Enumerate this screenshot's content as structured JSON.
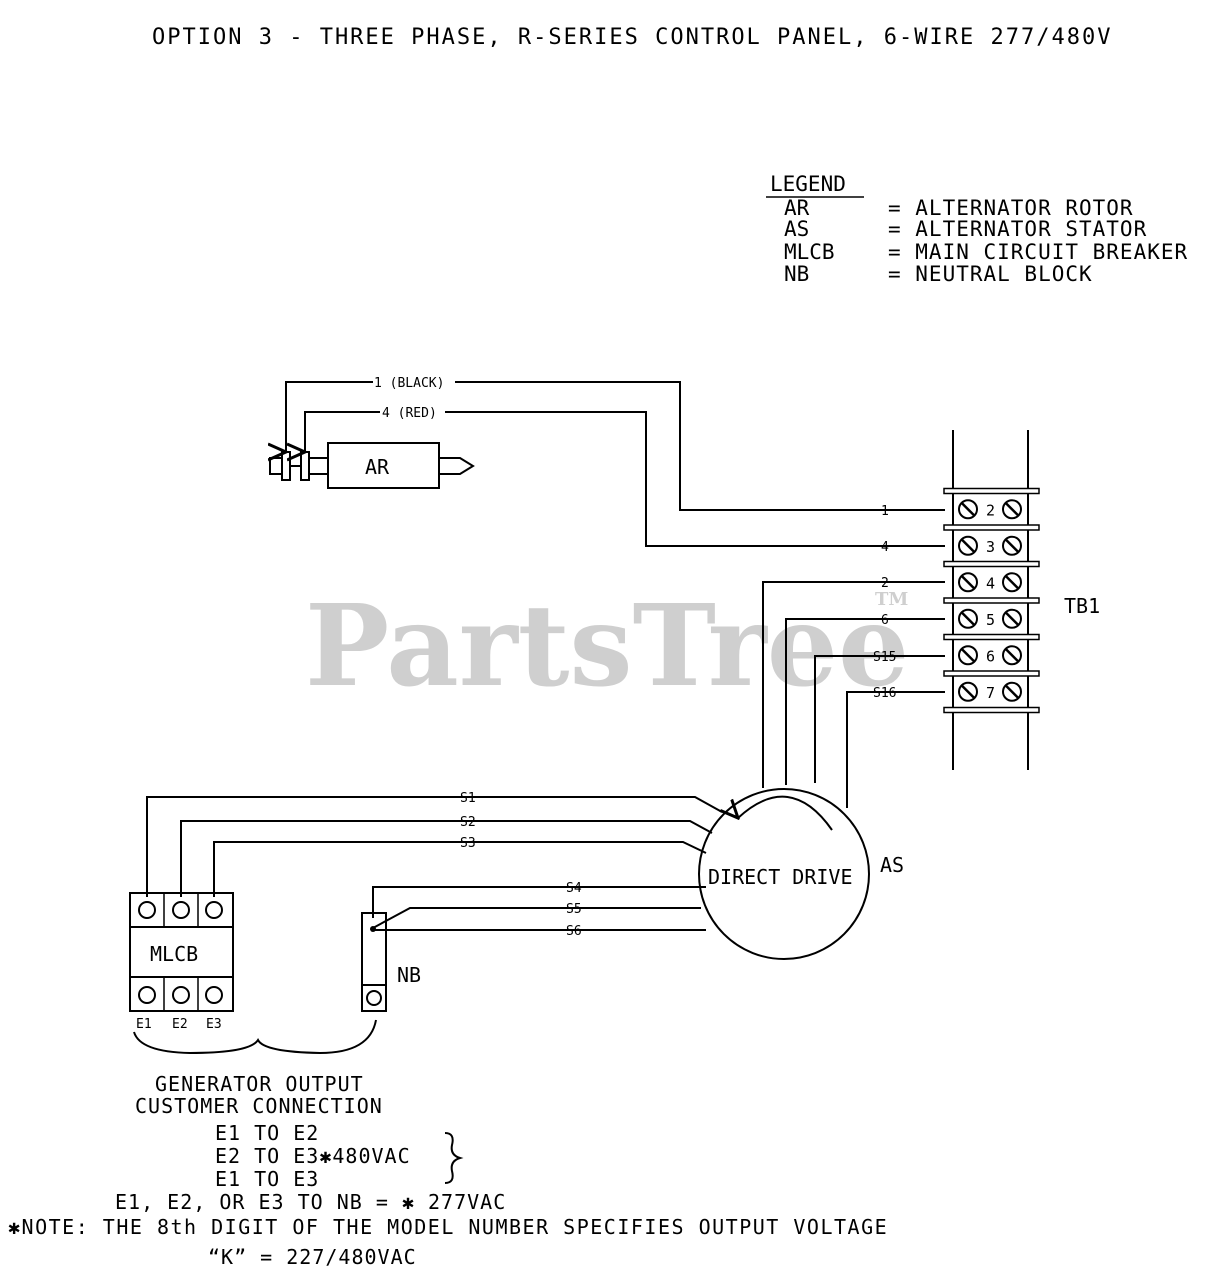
{
  "title": "OPTION 3 - THREE PHASE, R-SERIES CONTROL PANEL, 6-WIRE 277/480V",
  "watermark": {
    "text": "PartsTree",
    "tm": "TM"
  },
  "legend": {
    "heading": "LEGEND",
    "items": [
      {
        "code": "AR",
        "desc": "= ALTERNATOR ROTOR"
      },
      {
        "code": "AS",
        "desc": "= ALTERNATOR STATOR"
      },
      {
        "code": "MLCB",
        "desc": "= MAIN CIRCUIT BREAKER"
      },
      {
        "code": "NB",
        "desc": "= NEUTRAL BLOCK"
      }
    ]
  },
  "rotor": {
    "label": "AR",
    "wire1": "1 (BLACK)",
    "wire4": "4 (RED)"
  },
  "tb1": {
    "label": "TB1",
    "terminals": [
      "2",
      "3",
      "4",
      "5",
      "6",
      "7"
    ],
    "wires": [
      "1",
      "4",
      "2",
      "6",
      "S15",
      "S16"
    ]
  },
  "stator": {
    "label": "AS",
    "center_text": "DIRECT DRIVE"
  },
  "stator_wires": [
    "S1",
    "S2",
    "S3",
    "S4",
    "S5",
    "S6"
  ],
  "mlcb": {
    "label": "MLCB",
    "terminals": [
      "E1",
      "E2",
      "E3"
    ]
  },
  "nb": {
    "label": "NB"
  },
  "output": {
    "line1": "GENERATOR OUTPUT",
    "line2": "CUSTOMER CONNECTION",
    "pair1": "E1 TO E2",
    "pair2": "E2 TO E3✱480VAC",
    "pair3": "E1 TO E3",
    "neutral": "E1, E2, OR E3 TO NB = ✱ 277VAC",
    "note": "✱NOTE: THE 8th DIGIT OF THE MODEL NUMBER SPECIFIES OUTPUT VOLTAGE",
    "k_line": "“K” = 227/480VAC"
  }
}
